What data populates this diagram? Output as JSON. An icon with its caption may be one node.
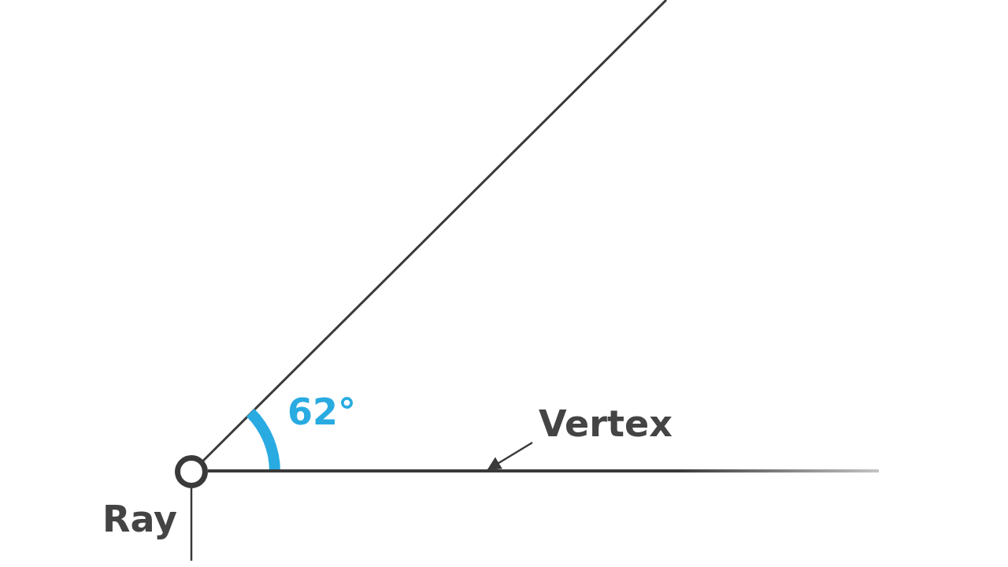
{
  "diagram": {
    "nodes": [
      {
        "text": [
          "Vertex"
        ]
      },
      {
        "text": [],
        "shape": "circle"
      },
      {
        "text": [],
        "shape": "line"
      }
    ],
    "edges": [
      {
        "from": 0,
        "to": 2,
        "arrow": "to"
      },
      {
        "from": 1,
        "to": null,
        "arrow": "none"
      }
    ],
    "labels": [
      "62°",
      "Ray"
    ]
  }
}
